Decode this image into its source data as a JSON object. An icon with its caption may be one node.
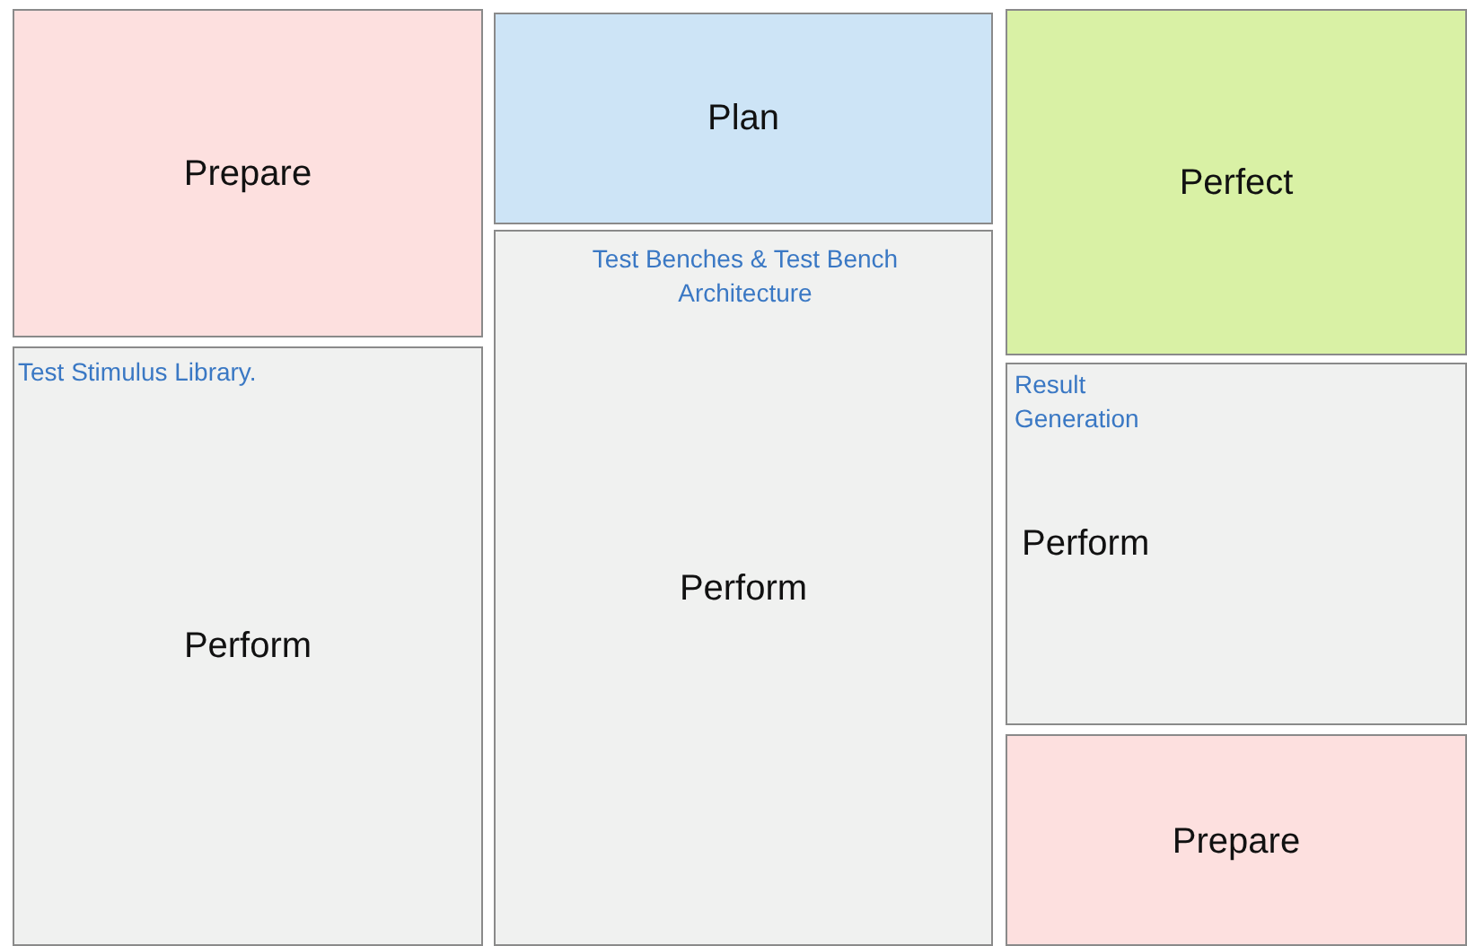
{
  "diagram": {
    "nodes": [
      {
        "text": [
          "Prepare"
        ]
      },
      {
        "text": [
          "Plan"
        ]
      },
      {
        "text": [
          "Perfect"
        ]
      },
      {
        "text": [
          "Test Stimulus Library.",
          "Perform"
        ]
      },
      {
        "text": [
          "Test Benches & Test Bench Architecture",
          "Perform"
        ]
      },
      {
        "text": [
          "Result Generation",
          "Perform"
        ]
      },
      {
        "text": [
          "Prepare"
        ]
      }
    ]
  }
}
